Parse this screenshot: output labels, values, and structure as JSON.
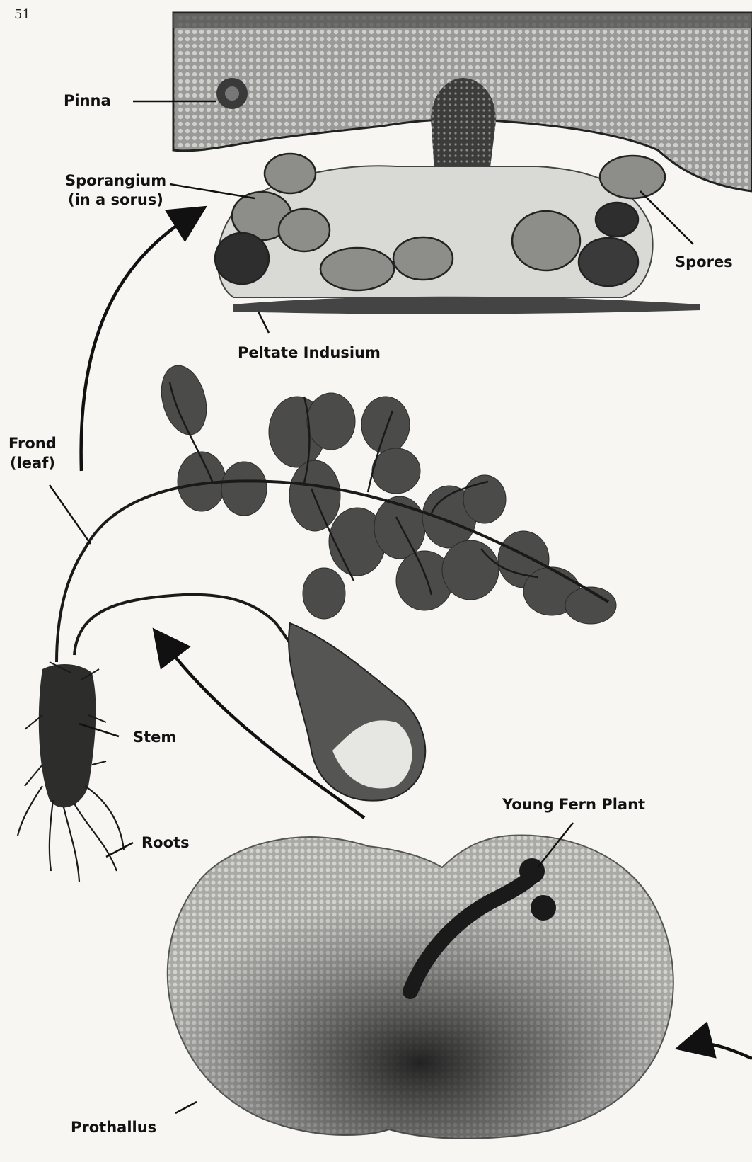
{
  "page_number": "51",
  "labels": {
    "pinna": "Pinna",
    "sporangium": "Sporangium",
    "sporangium_sub": "(in a sorus)",
    "spores": "Spores",
    "peltate_indusium": "Peltate Indusium",
    "frond": "Frond",
    "frond_sub": "(leaf)",
    "stem": "Stem",
    "roots": "Roots",
    "young_fern_plant": "Young Fern Plant",
    "prothallus": "Prothallus"
  }
}
